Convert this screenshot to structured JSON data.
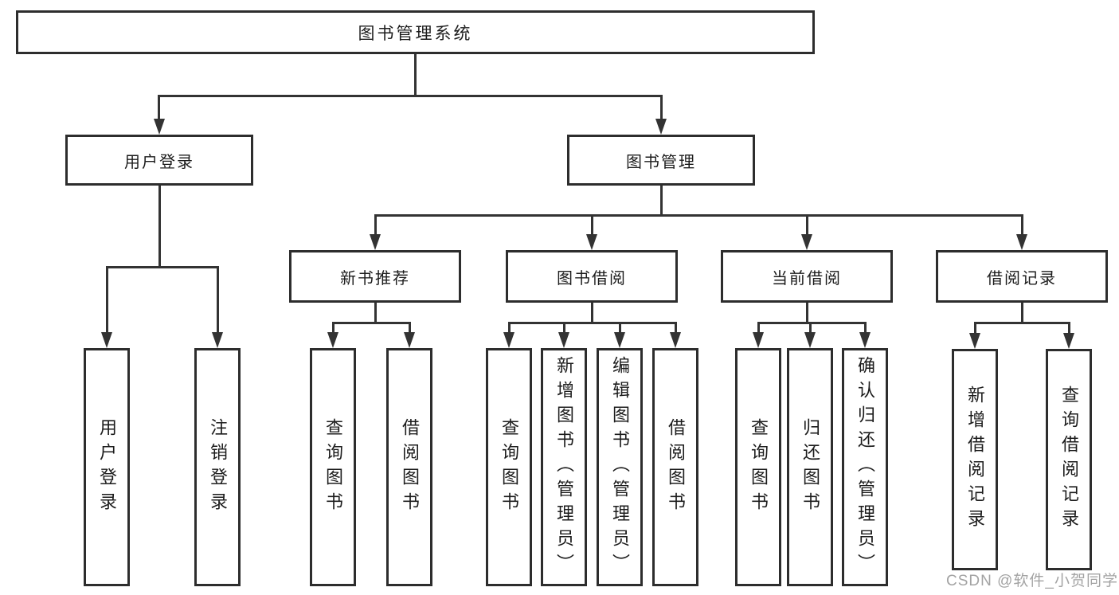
{
  "tree": {
    "label": "图书管理系统",
    "children": [
      {
        "label": "用户登录",
        "children": [
          {
            "label": "用户登录"
          },
          {
            "label": "注销登录"
          }
        ]
      },
      {
        "label": "图书管理",
        "children": [
          {
            "label": "新书推荐",
            "children": [
              {
                "label": "查询图书"
              },
              {
                "label": "借阅图书"
              }
            ]
          },
          {
            "label": "图书借阅",
            "children": [
              {
                "label": "查询图书"
              },
              {
                "label": "新增图书（管理员）"
              },
              {
                "label": "编辑图书（管理员）"
              },
              {
                "label": "借阅图书"
              }
            ]
          },
          {
            "label": "当前借阅",
            "children": [
              {
                "label": "查询图书"
              },
              {
                "label": "归还图书"
              },
              {
                "label": "确认归还（管理员）"
              }
            ]
          },
          {
            "label": "借阅记录",
            "children": [
              {
                "label": "新增借阅记录"
              },
              {
                "label": "查询借阅记录"
              }
            ]
          }
        ]
      }
    ]
  },
  "watermark": {
    "text": "CSDN @软件_小贺同学"
  },
  "colors": {
    "line": "#333333",
    "box_border": "#2d2d2d",
    "background": "#ffffff",
    "text": "#1c1c1c",
    "watermark": "#a3a3a3"
  }
}
